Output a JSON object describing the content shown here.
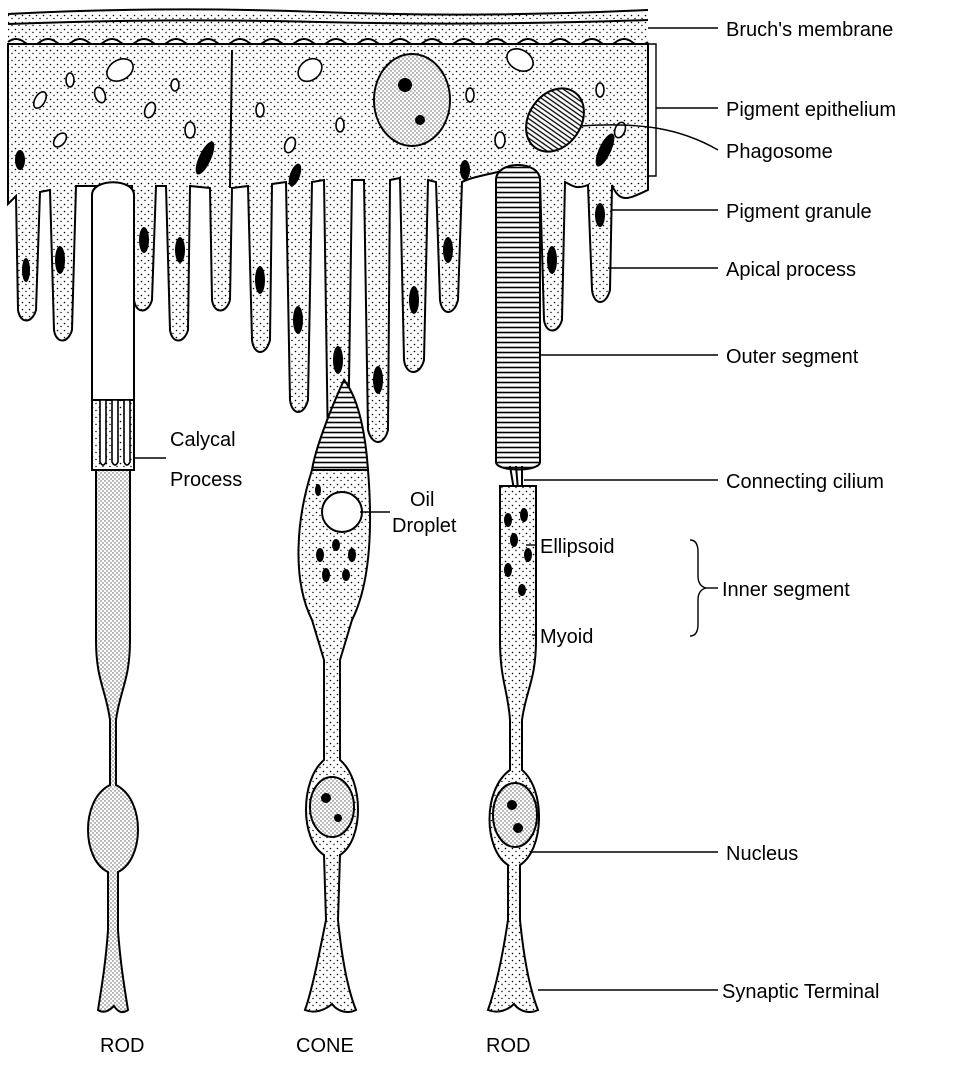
{
  "labels": {
    "bruchs_membrane": "Bruch's membrane",
    "pigment_epithelium": "Pigment epithelium",
    "phagosome": "Phagosome",
    "pigment_granule": "Pigment granule",
    "apical_process": "Apical process",
    "outer_segment": "Outer segment",
    "calycal_line1": "Calycal",
    "calycal_line2": "Process",
    "oil_line1": "Oil",
    "oil_line2": "Droplet",
    "connecting_cilium": "Connecting cilium",
    "ellipsoid": "Ellipsoid",
    "inner_segment": "Inner segment",
    "myoid": "Myoid",
    "nucleus": "Nucleus",
    "synaptic_terminal": "Synaptic Terminal",
    "rod_left": "ROD",
    "cone": "CONE",
    "rod_right": "ROD"
  }
}
